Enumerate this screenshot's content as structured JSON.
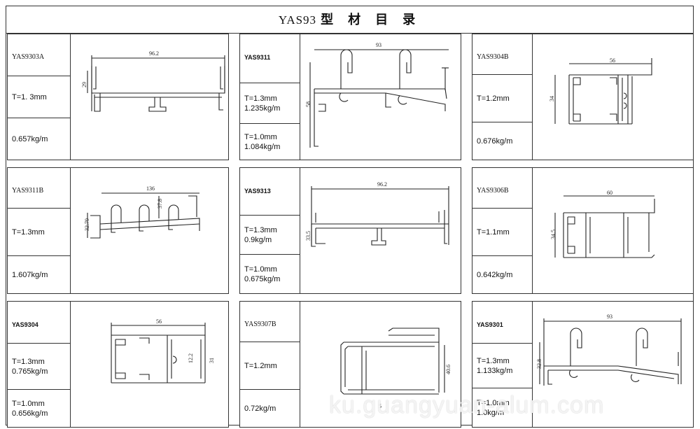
{
  "title": {
    "code": "YAS93",
    "cn": "型 材 目 录"
  },
  "cards": [
    {
      "name": "YAS9303A",
      "rows": [
        [
          "T=1. 3mm"
        ],
        [
          "0.657kg/m"
        ]
      ],
      "dims": [
        "96.2",
        "29"
      ]
    },
    {
      "name": "YAS9311",
      "rows": [
        [
          "T=1.3mm",
          "1.235kg/m"
        ],
        [
          "T=1.0mm",
          "1.084kg/m"
        ]
      ],
      "dims": [
        "93",
        "58"
      ]
    },
    {
      "name": "YAS9304B",
      "rows": [
        [
          "T=1.2mm"
        ],
        [
          "0.676kg/m"
        ]
      ],
      "dims": [
        "56",
        "34"
      ]
    },
    {
      "name": "YAS9311B",
      "rows": [
        [
          "T=1.3mm"
        ],
        [
          "1.607kg/m"
        ]
      ],
      "dims": [
        "136",
        "37.8",
        "32.79"
      ]
    },
    {
      "name": "YAS9313",
      "rows": [
        [
          "T=1.3mm",
          "0.9kg/m"
        ],
        [
          "T=1.0mm",
          "0.675kg/m"
        ]
      ],
      "dims": [
        "96.2",
        "33.5"
      ]
    },
    {
      "name": "YAS9306B",
      "rows": [
        [
          "T=1.1mm"
        ],
        [
          "0.642kg/m"
        ]
      ],
      "dims": [
        "60",
        "34.5"
      ]
    },
    {
      "name": "YAS9304",
      "rows": [
        [
          "T=1.3mm",
          "0.765kg/m"
        ],
        [
          "T=1.0mm",
          "0.656kg/m"
        ]
      ],
      "dims": [
        "56",
        "12.2",
        "31"
      ]
    },
    {
      "name": "YAS9307B",
      "rows": [
        [
          "T=1.2mm"
        ],
        [
          "0.72kg/m"
        ]
      ],
      "dims": [
        "40.6",
        "5"
      ]
    },
    {
      "name": "YAS9301",
      "rows": [
        [
          "T=1.3mm",
          "1.133kg/m"
        ],
        [
          "T=1.0mm",
          "1.0kg/m"
        ]
      ],
      "dims": [
        "93",
        "32.8"
      ]
    }
  ],
  "watermark": "ku.guangyuan-alum.com"
}
